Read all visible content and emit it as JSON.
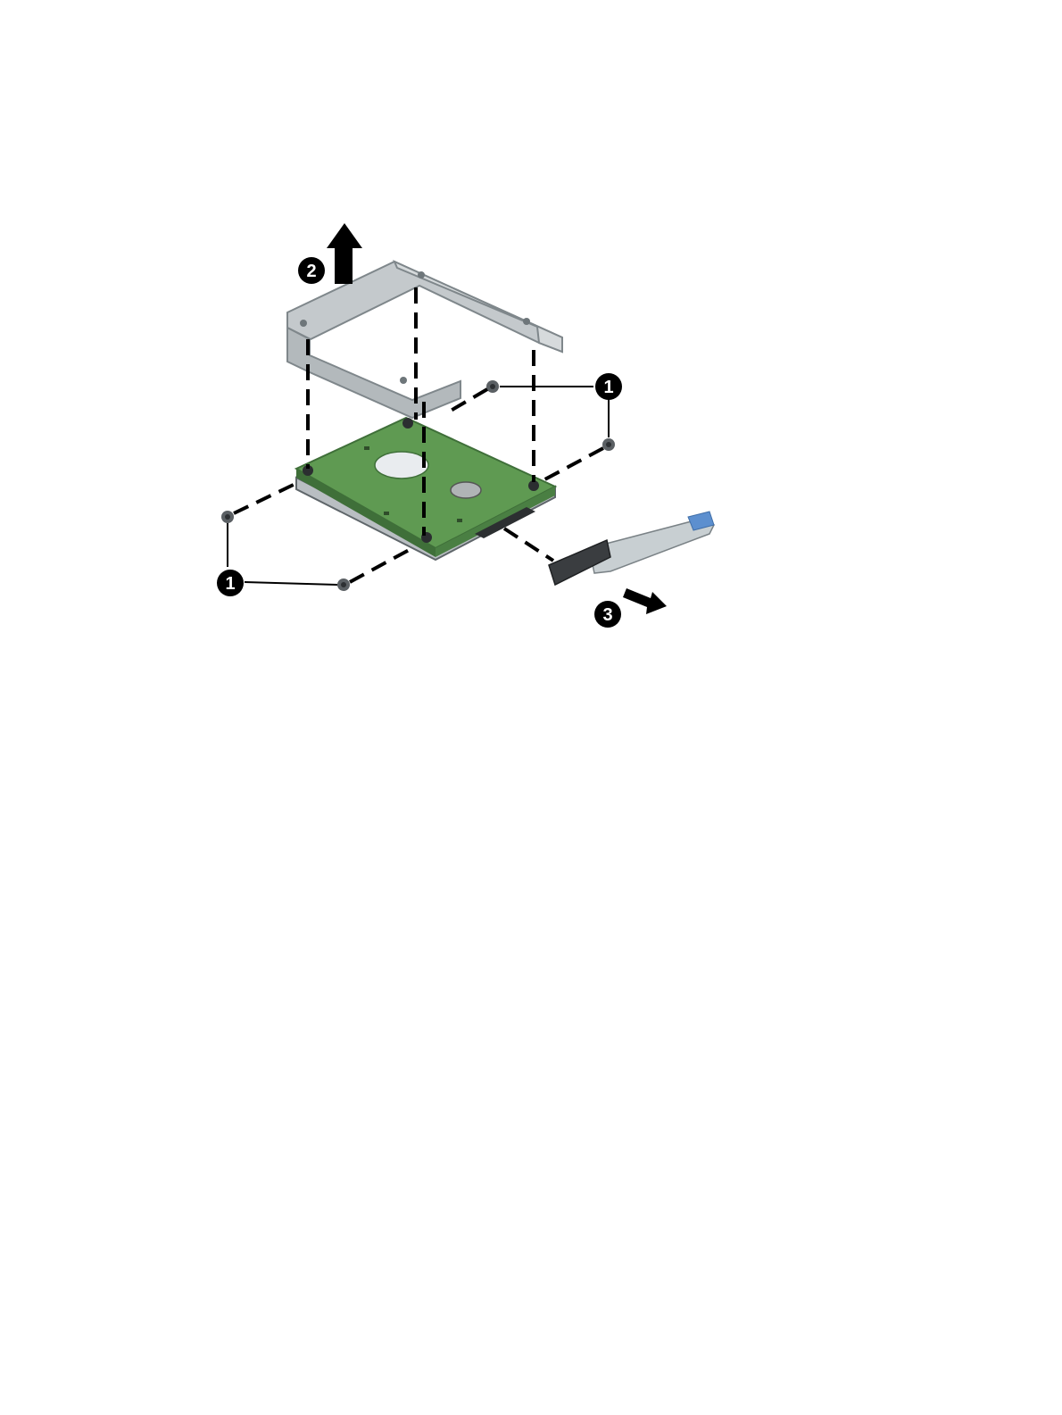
{
  "figure": {
    "colors": {
      "pcb": "#5f9a52",
      "pcb_dark": "#3f6f39",
      "bracket": "#c4c9cc",
      "bracket_dark": "#8c9397",
      "drive_metal": "#b9bec2",
      "connector": "#3a3d40",
      "cable": "#c8cfd2",
      "cable_tab": "#5c8fcf",
      "callout_bg": "#000000",
      "leader": "#000000"
    },
    "callouts": [
      {
        "id": "screws-right",
        "label": "1",
        "part": "screws"
      },
      {
        "id": "screws-left",
        "label": "1",
        "part": "screws"
      },
      {
        "id": "bracket",
        "label": "2",
        "part": "hard-drive-bracket",
        "direction": "up"
      },
      {
        "id": "connector",
        "label": "3",
        "part": "hard-drive-connector-cable",
        "direction": "out"
      }
    ]
  }
}
